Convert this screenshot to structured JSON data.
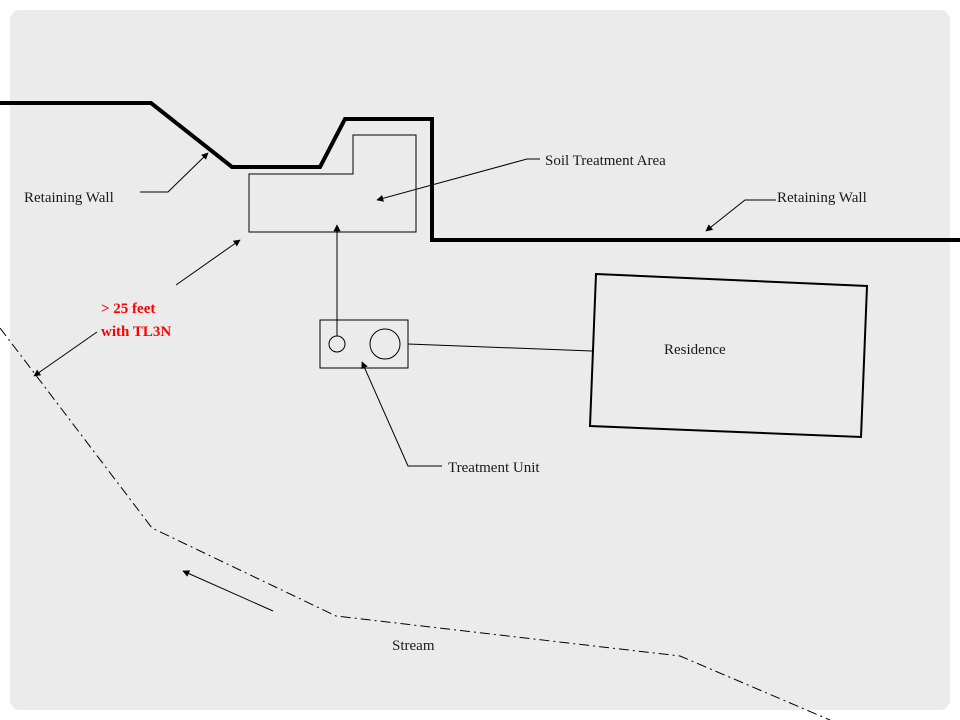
{
  "diagram": {
    "labels": {
      "retaining_wall_left": "Retaining Wall",
      "retaining_wall_right": "Retaining Wall",
      "soil_treatment_area": "Soil Treatment Area",
      "distance_line1": "> 25 feet",
      "distance_line2": "with TL3N",
      "residence": "Residence",
      "treatment_unit": "Treatment Unit",
      "stream": "Stream"
    },
    "colors": {
      "background": "#ebebeb",
      "lines": "#000000",
      "distance_label": "#ff0000"
    }
  }
}
